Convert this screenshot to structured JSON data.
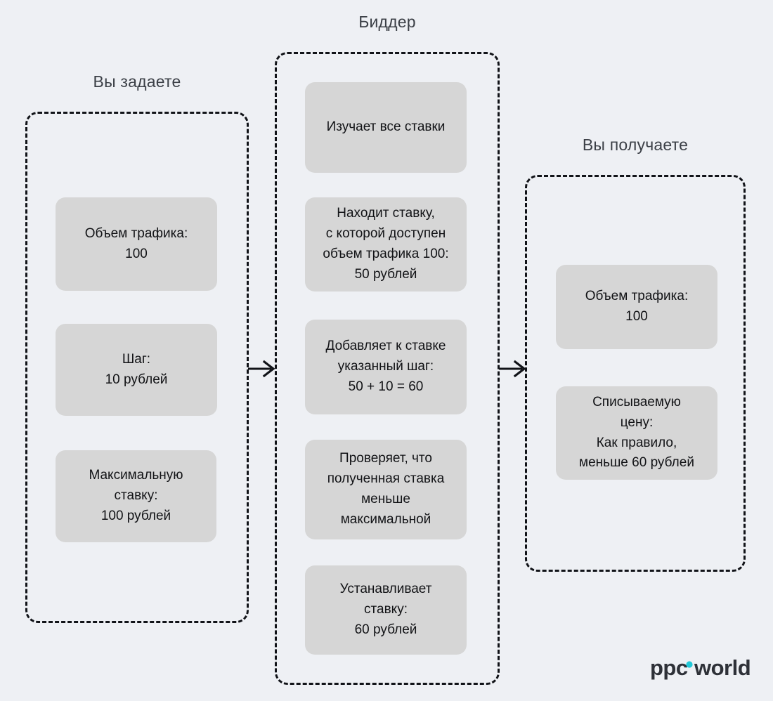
{
  "canvas": {
    "background_color": "#eef0f4",
    "card_color": "#d6d6d6",
    "outline_color": "#111318",
    "text_color": "#121316",
    "title_color": "#3b3f46",
    "accent_color": "#22c8d8"
  },
  "columns": [
    {
      "id": "left",
      "title": "Вы задаете",
      "cards": [
        {
          "id": "l1",
          "lines": [
            "Объем трафика:",
            "100"
          ]
        },
        {
          "id": "l2",
          "lines": [
            "Шаг:",
            "10 рублей"
          ]
        },
        {
          "id": "l3",
          "lines": [
            "Максимальную",
            "ставку:",
            "100 рублей"
          ]
        }
      ]
    },
    {
      "id": "middle",
      "title": "Биддер",
      "cards": [
        {
          "id": "m1",
          "lines": [
            "Изучает все ставки"
          ]
        },
        {
          "id": "m2",
          "lines": [
            "Находит ставку,",
            "с которой доступен",
            "объем трафика 100:",
            "50 рублей"
          ]
        },
        {
          "id": "m3",
          "lines": [
            "Добавляет к ставке",
            "указанный шаг:",
            "50 + 10 = 60"
          ]
        },
        {
          "id": "m4",
          "lines": [
            "Проверяет, что",
            "полученная ставка",
            "меньше",
            "максимальной"
          ]
        },
        {
          "id": "m5",
          "lines": [
            "Устанавливает",
            "ставку:",
            "60 рублей"
          ]
        }
      ]
    },
    {
      "id": "right",
      "title": "Вы получаете",
      "cards": [
        {
          "id": "r1",
          "lines": [
            "Объем трафика:",
            "100"
          ]
        },
        {
          "id": "r2",
          "lines": [
            "Списываемую",
            "цену:",
            "Как правило,",
            "меньше 60 рублей"
          ]
        }
      ]
    }
  ],
  "arrows": [
    {
      "id": "arrow-1",
      "name": "arrow-right-icon",
      "from": "left",
      "to": "middle"
    },
    {
      "id": "arrow-2",
      "name": "arrow-right-icon",
      "from": "middle",
      "to": "right"
    }
  ],
  "logo": {
    "text_primary": "ppc",
    "text_secondary": "world",
    "dot_color": "#22c8d8",
    "name": "ppc-world-logo"
  }
}
